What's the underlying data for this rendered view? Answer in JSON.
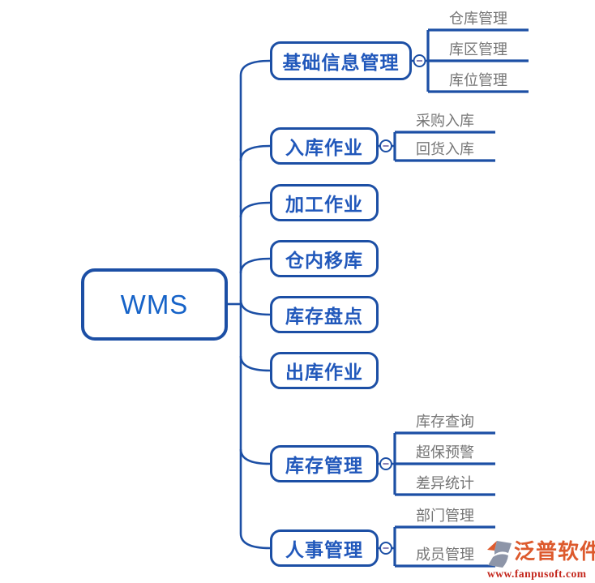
{
  "map": {
    "root": {
      "label": "WMS"
    },
    "branches": [
      {
        "label": "基础信息管理",
        "collapsed": false,
        "collapse_glyph": "-",
        "children": [
          "仓库管理",
          "库区管理",
          "库位管理"
        ]
      },
      {
        "label": "入库作业",
        "collapsed": false,
        "collapse_glyph": "-",
        "children": [
          "采购入库",
          "回货入库"
        ]
      },
      {
        "label": "加工作业",
        "children": []
      },
      {
        "label": "仓内移库",
        "children": []
      },
      {
        "label": "库存盘点",
        "children": []
      },
      {
        "label": "出库作业",
        "children": []
      },
      {
        "label": "库存管理",
        "collapsed": false,
        "collapse_glyph": "-",
        "children": [
          "库存查询",
          "超保预警",
          "差异统计"
        ]
      },
      {
        "label": "人事管理",
        "collapsed": false,
        "collapse_glyph": "-",
        "children": [
          "部门管理",
          "成员管理"
        ]
      }
    ]
  },
  "watermark": {
    "brand": "泛普软件",
    "url": "www.fanpusoft.com"
  },
  "colors": {
    "line": "#1c4fa5",
    "node_text": "#2158bb",
    "root_text": "#1663c8",
    "child_text": "#757575",
    "minus": "#6c63a5",
    "wm_orange": "#dd5a2d",
    "wm_red": "#c4271d",
    "wm_gray": "#8d95a8"
  }
}
